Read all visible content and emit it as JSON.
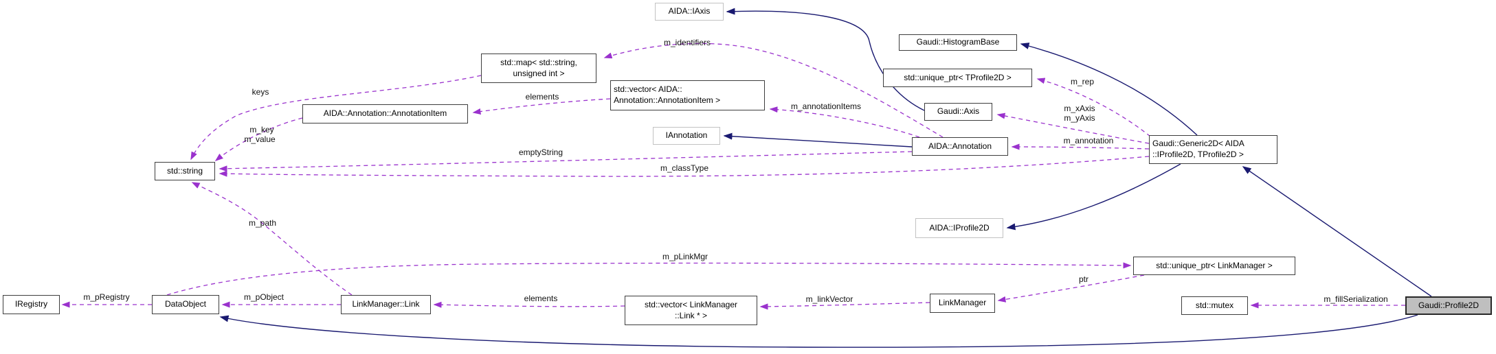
{
  "diagram": {
    "type": "doxygen-collaboration-graph",
    "focus_class": "Gaudi::Profile2D",
    "colors": {
      "member_edge": "#9a32cd",
      "inheritance_edge": "#191970",
      "node_border": "#3c3c3c",
      "external_node_border": "#c2c2c2",
      "focus_node_fill": "#bfbfbf",
      "background": "#ffffff"
    },
    "nodes": {
      "iaxis": {
        "label": "AIDA::IAxis"
      },
      "histbase": {
        "label": "Gaudi::HistogramBase"
      },
      "map": {
        "line1": "std::map< std::string,",
        "line2": "unsigned int >"
      },
      "uptr_tp": {
        "label": "std::unique_ptr< TProfile2D >"
      },
      "vec_ann": {
        "line1": "std::vector< AIDA::",
        "line2": "Annotation::AnnotationItem >"
      },
      "axis": {
        "label": "Gaudi::Axis"
      },
      "ann_item": {
        "label": "AIDA::Annotation::AnnotationItem"
      },
      "iannotation": {
        "label": "IAnnotation"
      },
      "annotation": {
        "label": "AIDA::Annotation"
      },
      "generic2d": {
        "line1": "Gaudi::Generic2D< AIDA",
        "line2": "::IProfile2D, TProfile2D >"
      },
      "string": {
        "label": "std::string"
      },
      "iprofile2d": {
        "label": "AIDA::IProfile2D"
      },
      "uptr_lm": {
        "label": "std::unique_ptr< LinkManager >"
      },
      "iregistry": {
        "label": "IRegistry"
      },
      "dataobject": {
        "label": "DataObject"
      },
      "lm_link": {
        "label": "LinkManager::Link"
      },
      "vec_link": {
        "line1": "std::vector< LinkManager",
        "line2": "::Link * >"
      },
      "linkmanager": {
        "label": "LinkManager"
      },
      "mutex": {
        "label": "std::mutex"
      },
      "profile2d": {
        "label": "Gaudi::Profile2D"
      }
    },
    "edge_labels": {
      "m_identifiers": "m_identifiers",
      "keys": "keys",
      "elements_top": "elements",
      "m_key": "m_key",
      "m_value": "m_value",
      "m_annotation_items": "m_annotationItems",
      "m_rep": "m_rep",
      "m_x_axis": "m_xAxis",
      "m_y_axis": "m_yAxis",
      "m_annotation": "m_annotation",
      "empty_string": "emptyString",
      "m_class_type": "m_classType",
      "m_path": "m_path",
      "m_p_link_mgr": "m_pLinkMgr",
      "m_p_registry": "m_pRegistry",
      "m_p_object": "m_pObject",
      "elements_bottom": "elements",
      "m_link_vector": "m_linkVector",
      "ptr": "ptr",
      "m_fill_serialization": "m_fillSerialization"
    }
  }
}
